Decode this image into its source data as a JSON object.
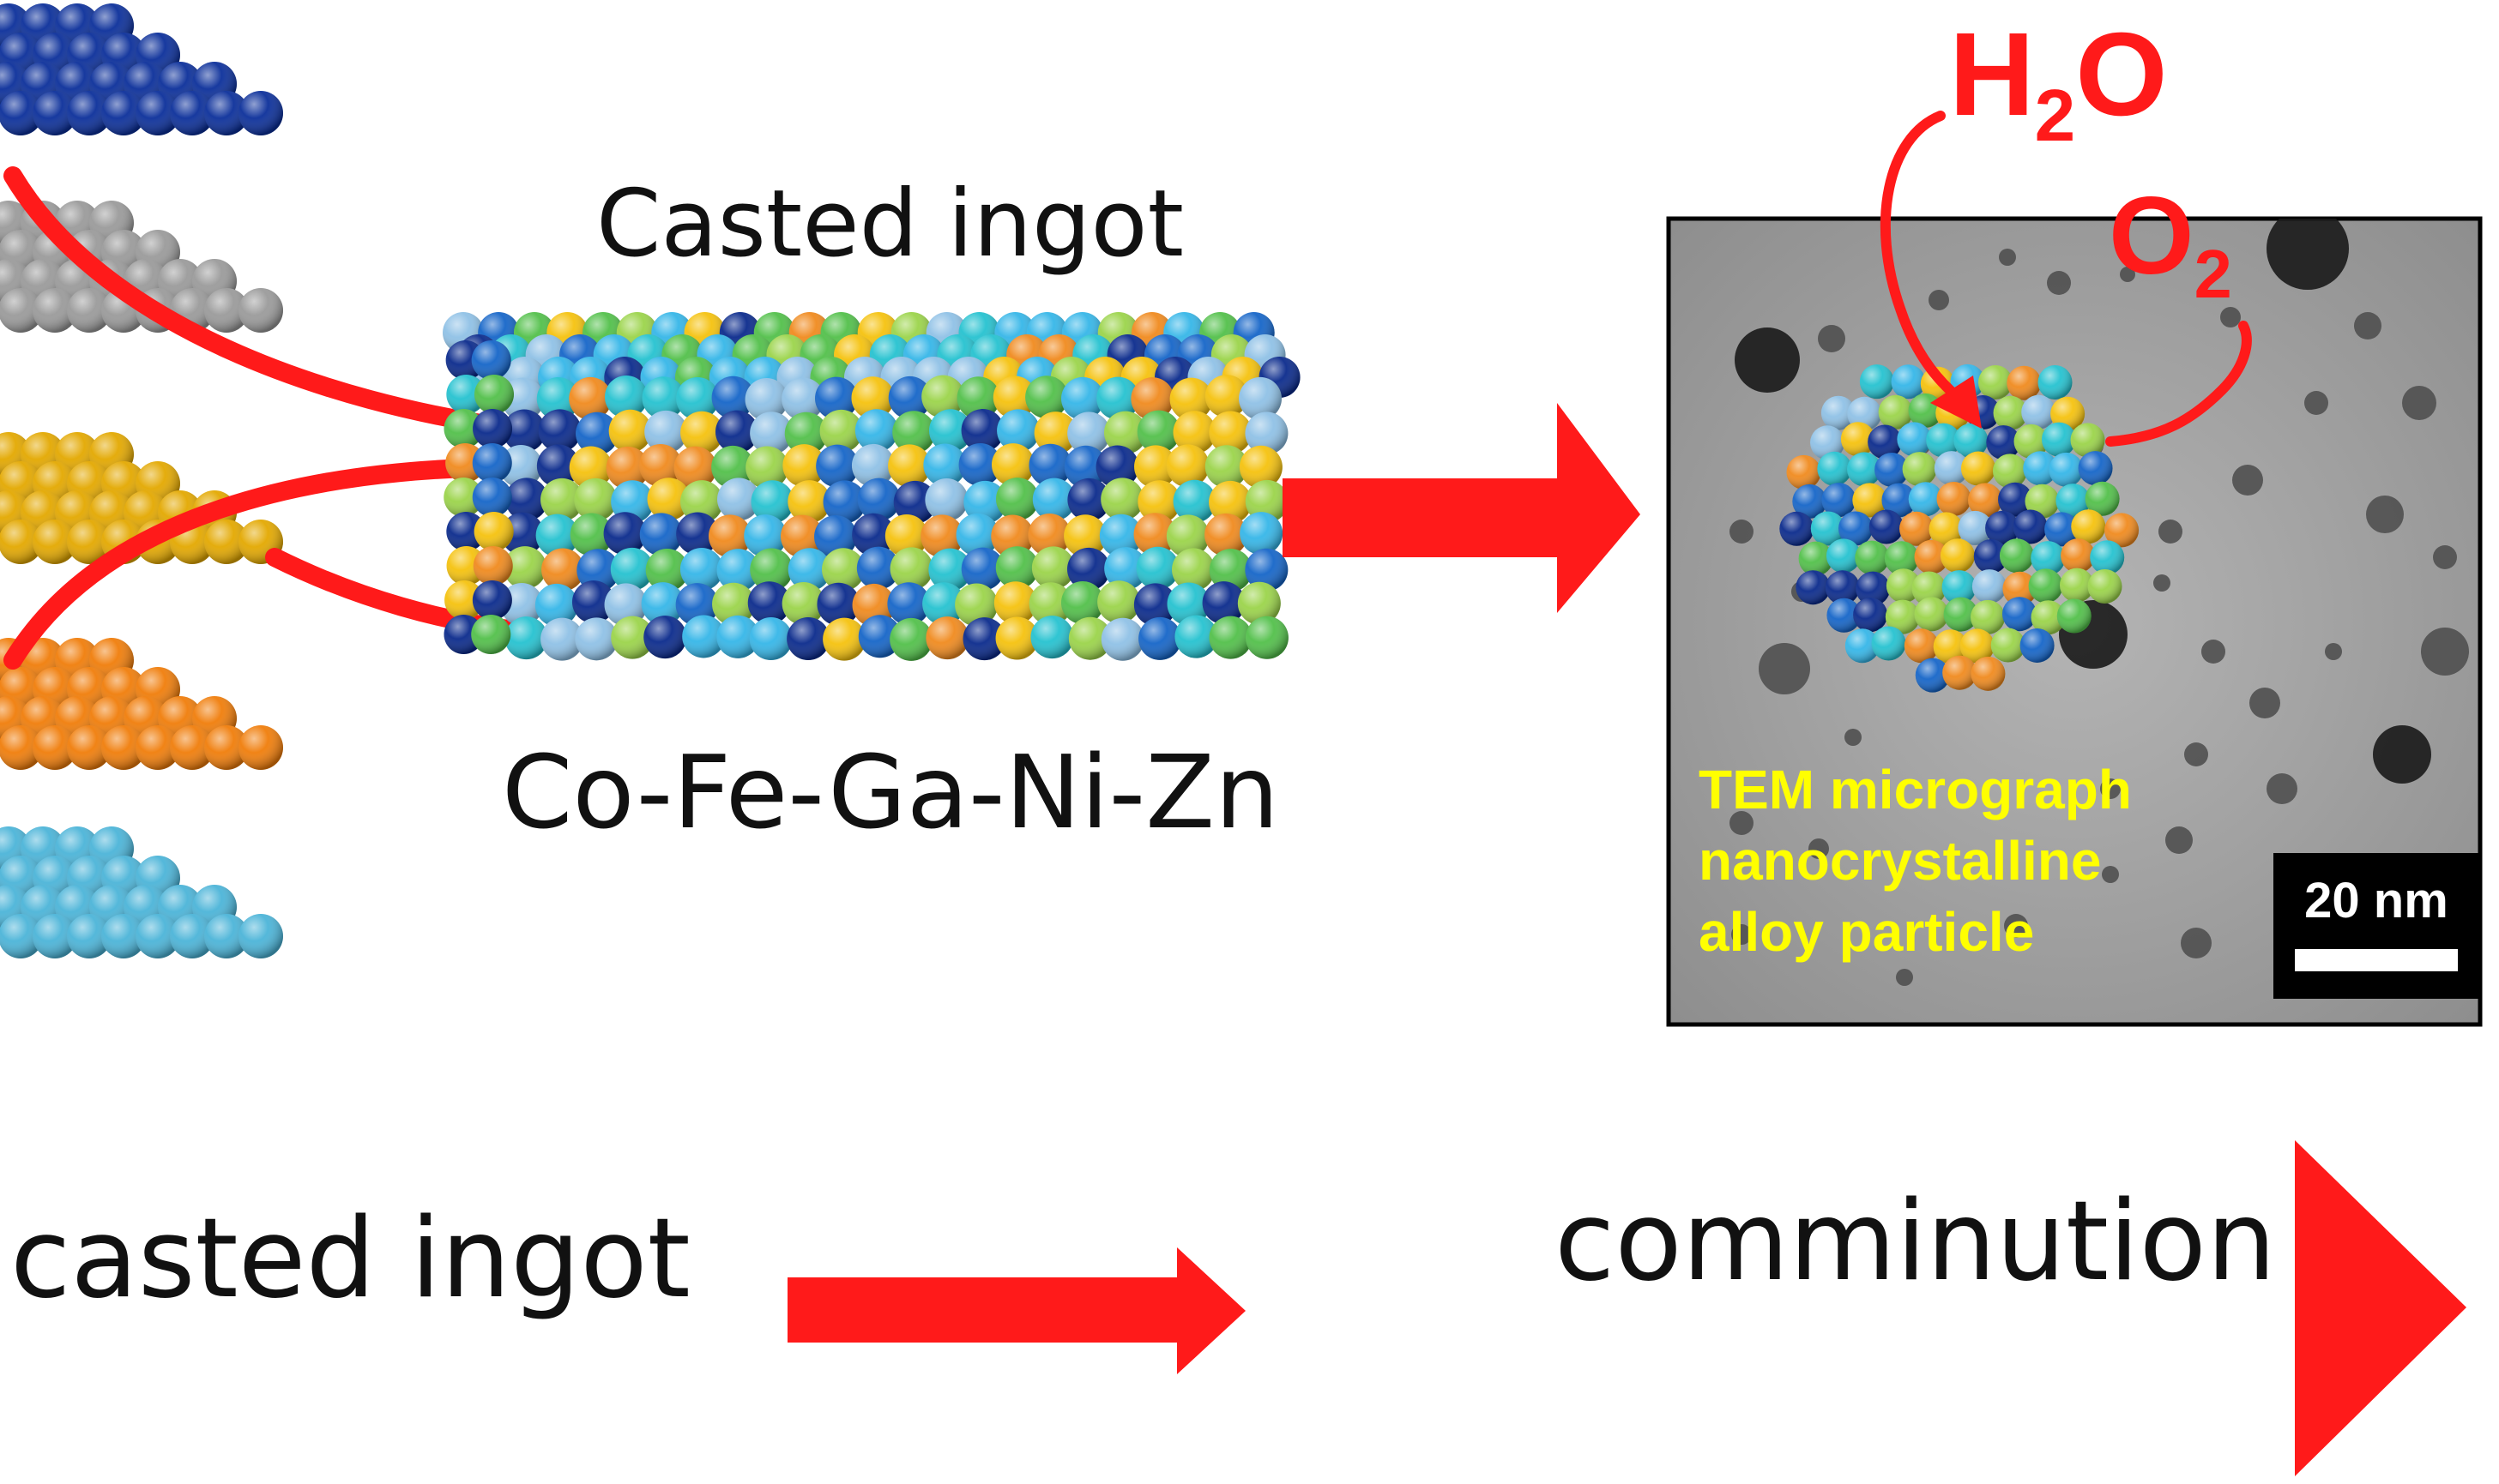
{
  "texts": {
    "ingot_title": "Casted ingot",
    "alloy_formula": "Co-Fe-Ga-Ni-Zn",
    "tem_caption_lines": [
      "TEM micrograph",
      "nanocrystalline",
      "alloy particle"
    ],
    "scale_bar": "20 nm",
    "h2o_main": "H",
    "h2o_sub": "2",
    "h2o_tail": "O",
    "o2_main": "O",
    "o2_sub": "2",
    "bottom_left": "casted ingot",
    "bottom_right": "comminution"
  },
  "colors": {
    "arrow_red": "#ff1a1a",
    "caption_yellow": "#ffff00",
    "elements": {
      "Co": "#0b2f9a",
      "Fe": "#9a9a9a",
      "Ga": "#e3a800",
      "Ni": "#f07d0a",
      "Zn": "#4bb4d8"
    },
    "ingot_palette": [
      "#0a2a8c",
      "#1565c8",
      "#35b6e8",
      "#25c2d0",
      "#52c04a",
      "#9bd44a",
      "#f5c20e",
      "#f08a1e",
      "#8fc1e6"
    ]
  }
}
